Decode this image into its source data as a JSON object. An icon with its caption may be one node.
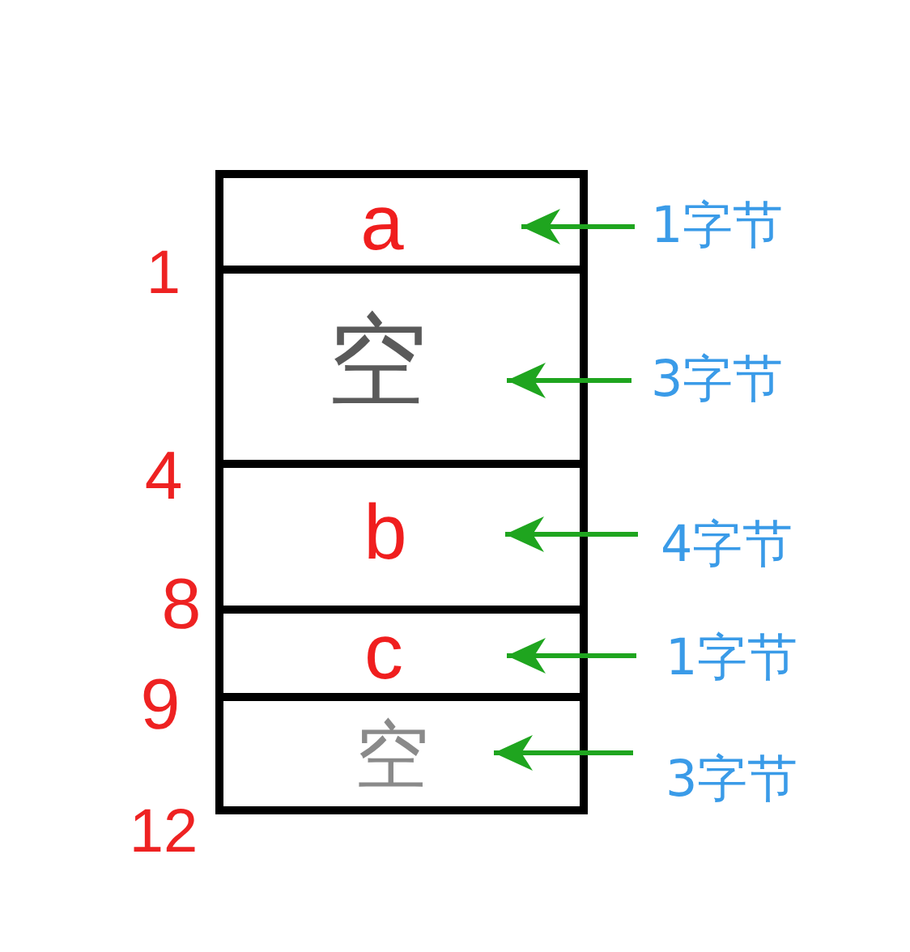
{
  "diagram": {
    "nodes": [
      {
        "text": [
          "a"
        ]
      },
      {
        "text": [
          "1字节"
        ]
      },
      {
        "text": [
          "空"
        ]
      },
      {
        "text": [
          "3字节"
        ]
      },
      {
        "text": [
          "b"
        ]
      },
      {
        "text": [
          "4字节"
        ]
      },
      {
        "text": [
          "c"
        ]
      },
      {
        "text": [
          "1字节"
        ]
      },
      {
        "text": [
          "空"
        ]
      },
      {
        "text": [
          "3字节"
        ]
      }
    ],
    "edges": [
      {
        "from": 1,
        "to": 0,
        "arrow": "to"
      },
      {
        "from": 3,
        "to": 2,
        "arrow": "to"
      },
      {
        "from": 5,
        "to": 4,
        "arrow": "to"
      },
      {
        "from": 7,
        "to": 6,
        "arrow": "to"
      },
      {
        "from": 9,
        "to": 8,
        "arrow": "to"
      }
    ],
    "labels": [
      "1",
      "4",
      "8",
      "9",
      "12"
    ]
  }
}
